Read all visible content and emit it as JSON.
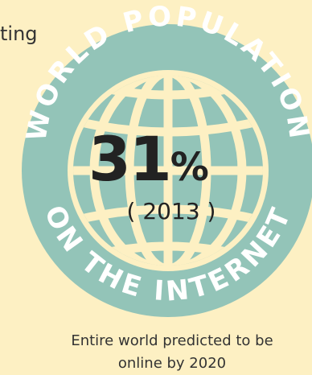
{
  "fragment_text": "ting",
  "arc_top": "WORLD POPULATION",
  "arc_bottom": "ON THE INTERNET",
  "percent_value": "31",
  "percent_sign": "%",
  "year": "( 2013 )",
  "caption_line1": "Entire world predicted to be",
  "caption_line2": "online by 2020",
  "colors": {
    "background": "#FDF0C3",
    "ring": "#93C4B8",
    "globe_lines": "#FDF0C3",
    "text_dark": "#222222",
    "arc_text": "#FFFFFF"
  },
  "icons": [
    "globe-icon"
  ]
}
